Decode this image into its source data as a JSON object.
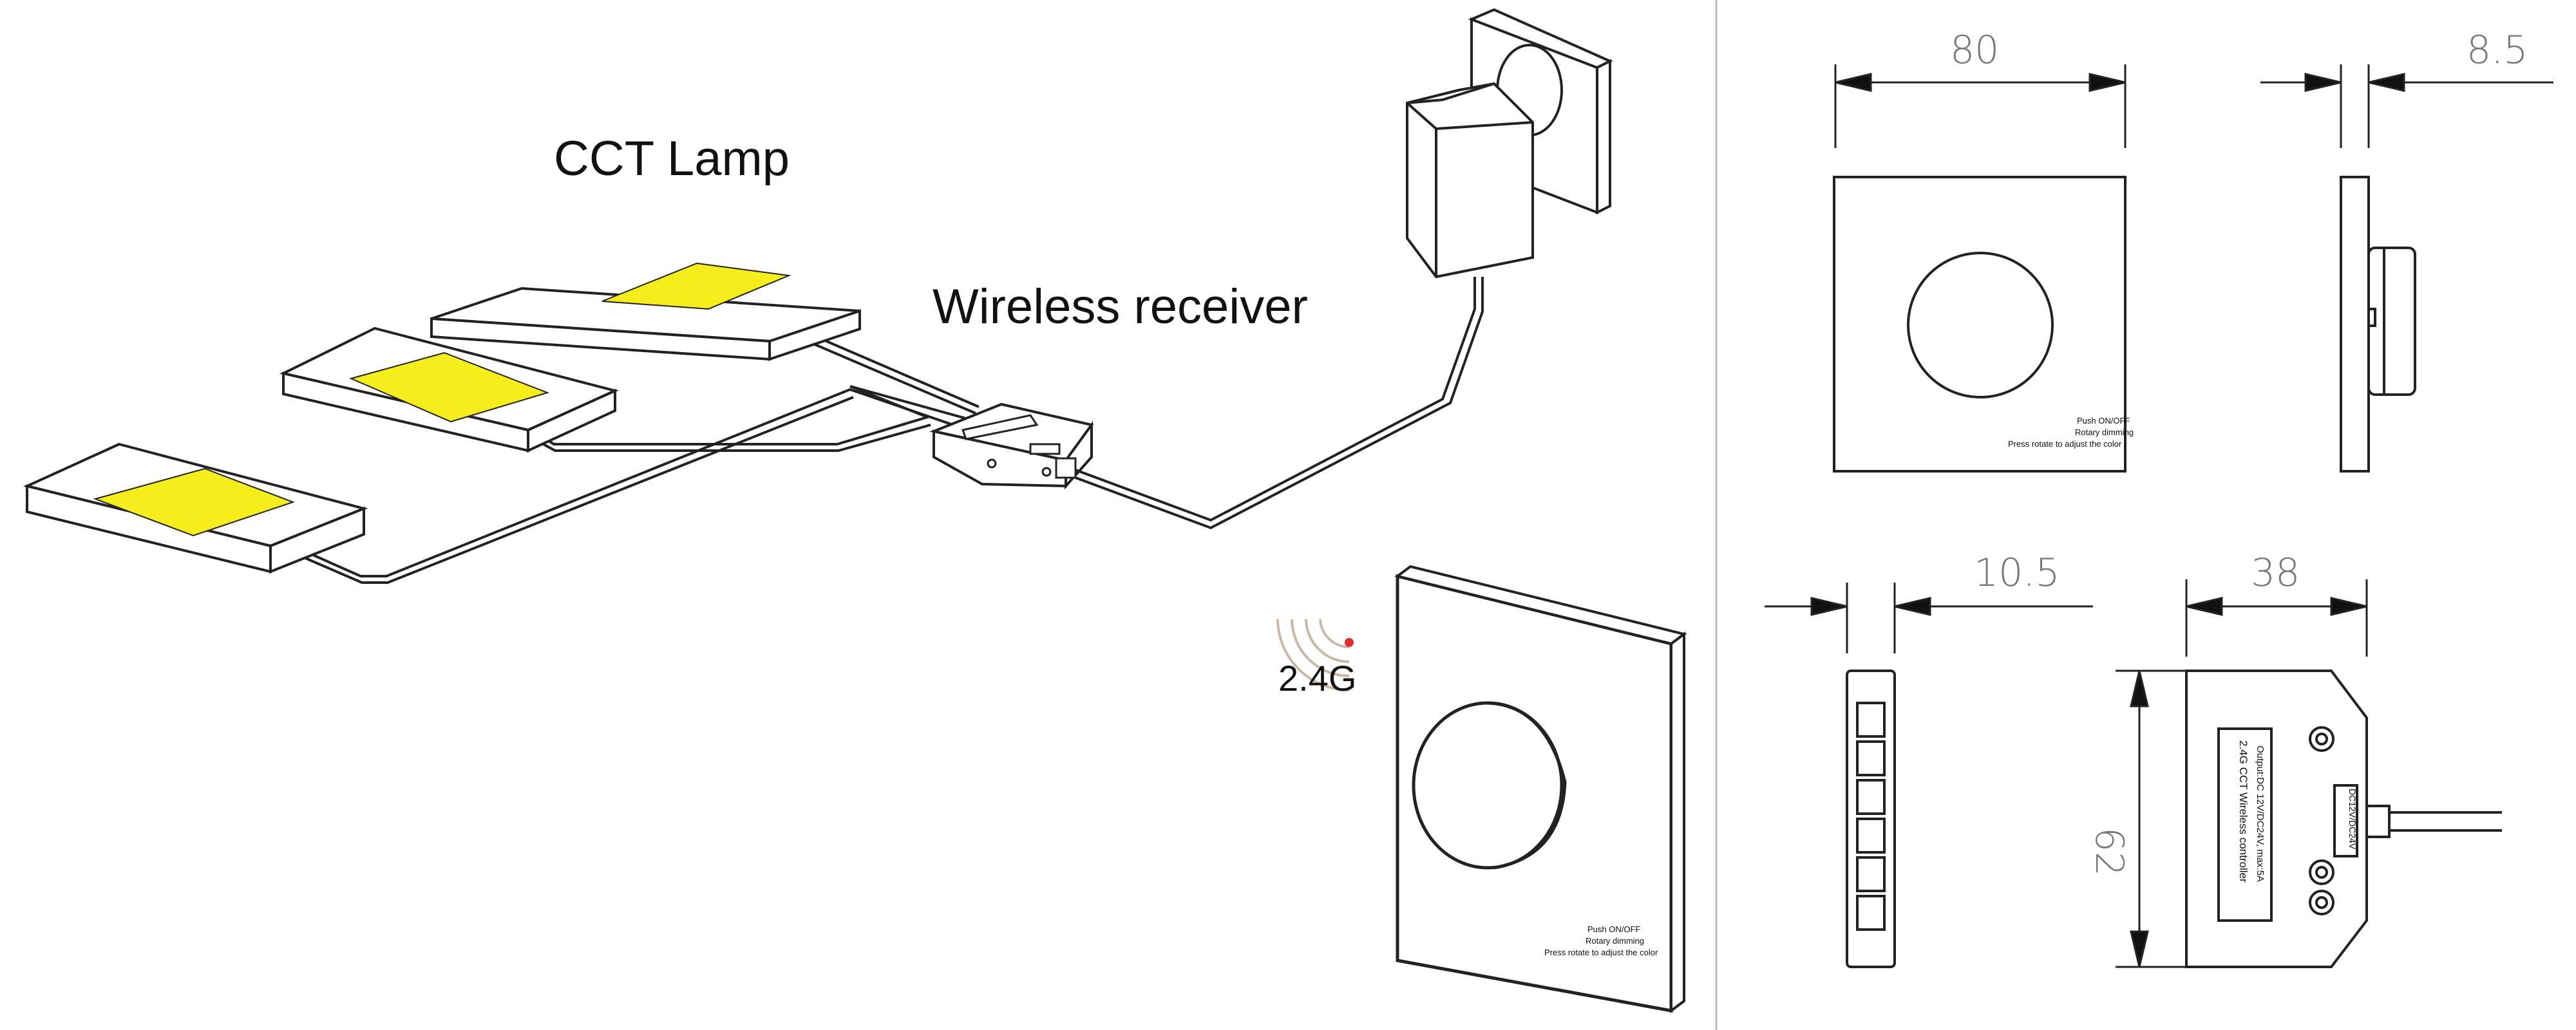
{
  "labels": {
    "lamp": "CCT Lamp",
    "receiver": "Wireless receiver",
    "signal": "2.4G"
  },
  "panel_text": {
    "line1": "Push ON/OFF",
    "line2": "Rotary dimming",
    "line3": "Press rotate to adjust the color"
  },
  "dimensions": {
    "panel_width": "80",
    "panel_depth": "8.5",
    "receiver_thickness": "10.5",
    "receiver_width": "38",
    "receiver_height": "62"
  },
  "receiver_label": {
    "line1": "2.4G CCT Wireless controller",
    "line2": "Output:DC 12V/DC24V, max:5A",
    "input": "DC12V/DC24V"
  },
  "colors": {
    "lamp_light": "#f5ee1c",
    "outline": "#222222",
    "signal_dot": "#e03030",
    "signal_wave": "#c9b8a6",
    "dimension": "#777777"
  }
}
